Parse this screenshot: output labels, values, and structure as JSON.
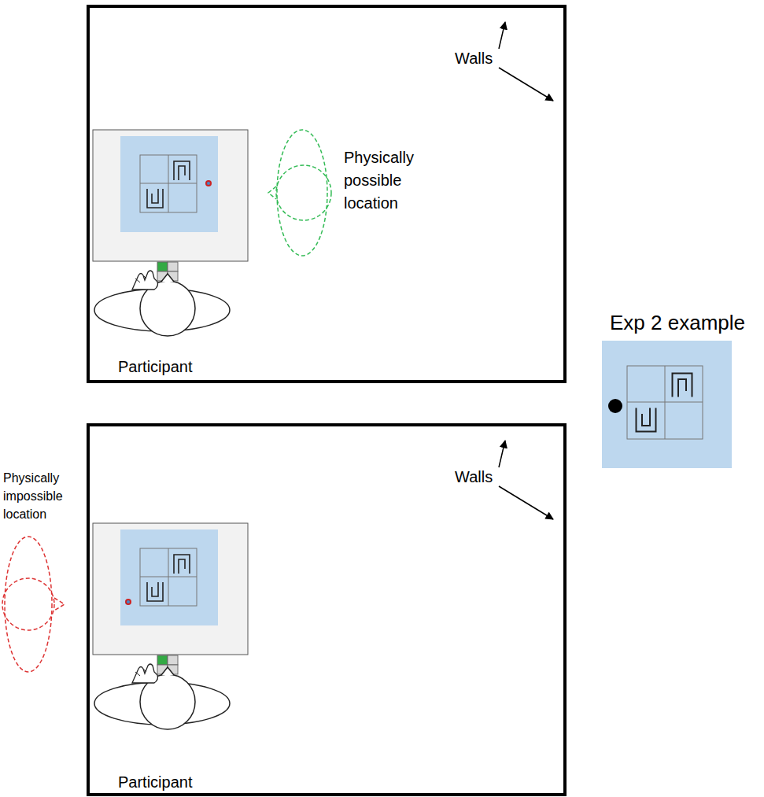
{
  "diagram": {
    "labels": [
      "Walls",
      "Physically possible location",
      "Participant",
      "Exp 2 example",
      "Walls",
      "Physically impossible location",
      "Participant"
    ]
  }
}
